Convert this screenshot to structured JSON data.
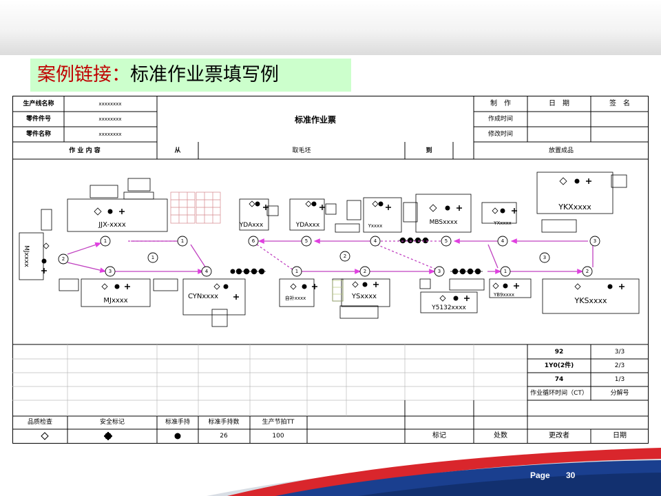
{
  "slide": {
    "title_red": "案例链接：",
    "title_black": "标准作业票填写例",
    "page_label": "Page",
    "page_number": "30"
  },
  "sheet": {
    "hdr_line_label": "生产线名称",
    "hdr_line_value": "xxxxxxxx",
    "hdr_partno_label": "零件件号",
    "hdr_partno_value": "xxxxxxxx",
    "hdr_partname_label": "零件名称",
    "hdr_partname_value": "xxxxxxxx",
    "form_title": "标准作业票",
    "col_make": "制　作",
    "col_date": "日　期",
    "col_sign": "签　名",
    "row_created": "作成时间",
    "row_revised": "修改时间",
    "work_content": "作 业 内 容",
    "from_label": "从",
    "from_value": "取毛坯",
    "to_label": "到",
    "to_value": "放置成品",
    "sum_92": "92",
    "sum_92_v": "3/3",
    "sum_1y0": "1Y0(2件)",
    "sum_1y0_v": "2/3",
    "sum_74": "74",
    "sum_74_v": "1/3",
    "ct_label": "作业循环时间（CT）",
    "ct_value": "分解号",
    "bt_quality": "品质检查",
    "bt_safety": "安全标记",
    "bt_std_stock": "标准手持",
    "bt_std_stock_count": "标准手持数",
    "bt_takt": "生产节拍TT",
    "bt_count_value": "26",
    "bt_takt_value": "100",
    "bt_mark": "标记",
    "bt_place": "处数",
    "bt_changer": "更改者",
    "bt_date": "日期"
  },
  "layout_diagram": {
    "machines": [
      "JJX-xxxx",
      "YDAxxx",
      "YDAxxx",
      "Yxxxx",
      "MBSxxxx",
      "YXxxxx",
      "YKXxxxx",
      "MJxxxx",
      "MJxxxx",
      "CYNxxxx",
      "自补xxxx",
      "YSxxxx",
      "Y5132xxxx",
      "YB9xxxx",
      "YKSxxxx"
    ],
    "step_numbers": [
      "1",
      "2",
      "3",
      "4",
      "5",
      "6"
    ],
    "cycle_labels": [
      "1",
      "2",
      "3"
    ]
  }
}
